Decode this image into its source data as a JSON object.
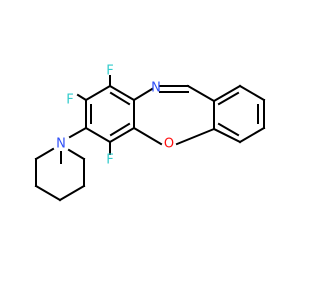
{
  "molecule": {
    "atoms": {
      "F1": {
        "symbol": "F",
        "color": "#33CCCC"
      },
      "F2": {
        "symbol": "F",
        "color": "#33CCCC"
      },
      "F3": {
        "symbol": "F",
        "color": "#33CCCC"
      },
      "N1": {
        "symbol": "N",
        "color": "#3050F8"
      },
      "N2": {
        "symbol": "N",
        "color": "#3050F8"
      },
      "O1": {
        "symbol": "O",
        "color": "#FF0D0D"
      }
    },
    "bond_color": "#000000",
    "background": "#FFFFFF"
  }
}
